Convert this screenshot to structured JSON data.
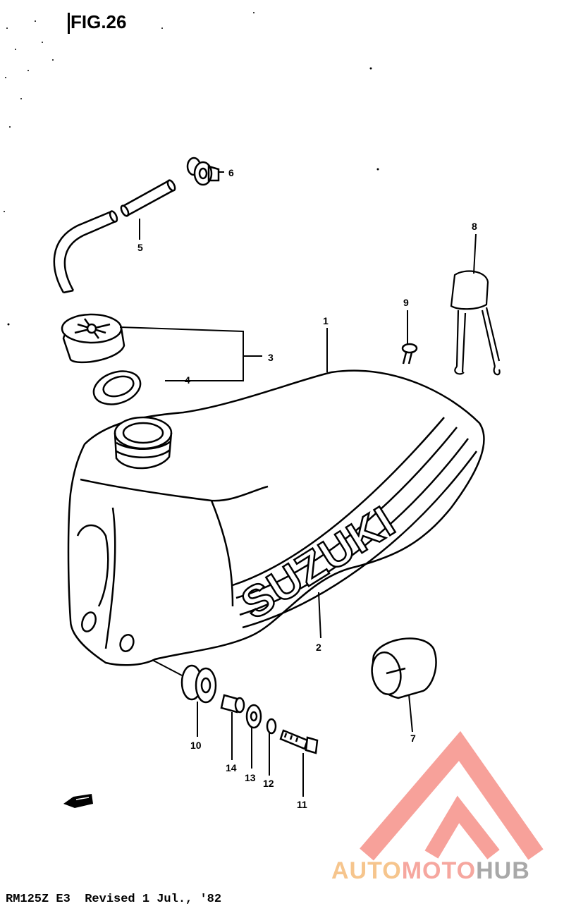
{
  "figure": {
    "title": "FIG.26"
  },
  "footer": {
    "text": "RM125Z E3  Revised 1 Jul., '82"
  },
  "callouts": [
    "1",
    "2",
    "3",
    "4",
    "5",
    "6",
    "7",
    "8",
    "9",
    "10",
    "11",
    "12",
    "13",
    "14"
  ],
  "tank_text": "SUZUKI",
  "watermark": {
    "part1": "AUTO",
    "part2": "MOTO",
    "part3": "HUB",
    "colors": {
      "part1": "#f6c58d",
      "part2": "#f6a79f",
      "part3": "#a8a8a8",
      "logo": "#f7a19a"
    }
  },
  "icons": {
    "front_arrow": "fwd-arrow-icon",
    "logo": "automotohub-logo-icon"
  }
}
